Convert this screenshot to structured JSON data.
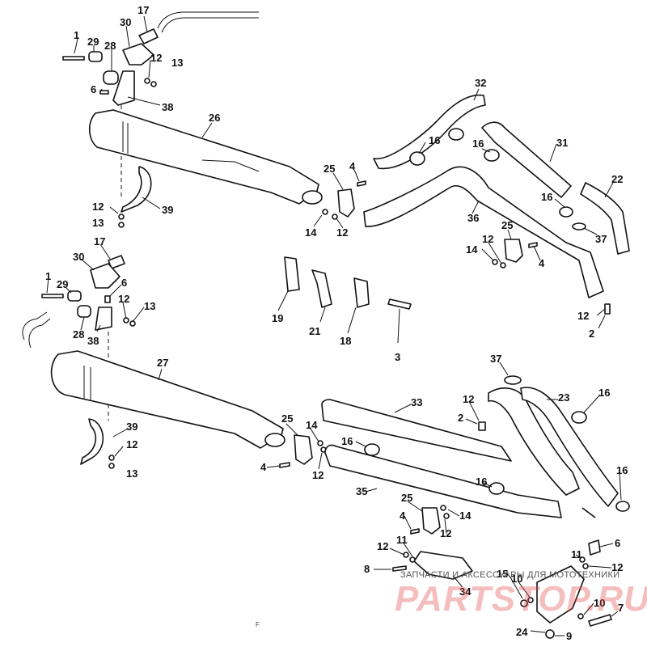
{
  "watermark": {
    "caption": "ЗАПЧАСТИ И АКСЕССУАРЫ ДЛЯ МОТОТЕХНИКИ",
    "brand": "PARTSTOP.RU"
  },
  "footer_mark": "F",
  "callouts": [
    {
      "id": "c1",
      "n": "1"
    },
    {
      "id": "c2",
      "n": "29"
    },
    {
      "id": "c3",
      "n": "28"
    },
    {
      "id": "c4",
      "n": "30"
    },
    {
      "id": "c5",
      "n": "17"
    },
    {
      "id": "c6",
      "n": "12"
    },
    {
      "id": "c7",
      "n": "13"
    },
    {
      "id": "c8",
      "n": "6"
    },
    {
      "id": "c9",
      "n": "38"
    },
    {
      "id": "c10",
      "n": "26"
    },
    {
      "id": "c11",
      "n": "39"
    },
    {
      "id": "c12",
      "n": "12"
    },
    {
      "id": "c13",
      "n": "13"
    },
    {
      "id": "c14",
      "n": "25"
    },
    {
      "id": "c15",
      "n": "4"
    },
    {
      "id": "c16",
      "n": "14"
    },
    {
      "id": "c17",
      "n": "12"
    },
    {
      "id": "c18",
      "n": "32"
    },
    {
      "id": "c19",
      "n": "16"
    },
    {
      "id": "c20",
      "n": "16"
    },
    {
      "id": "c21",
      "n": "31"
    },
    {
      "id": "c22",
      "n": "22"
    },
    {
      "id": "c23",
      "n": "16"
    },
    {
      "id": "c24",
      "n": "36"
    },
    {
      "id": "c25",
      "n": "25"
    },
    {
      "id": "c26",
      "n": "37"
    },
    {
      "id": "c27",
      "n": "14"
    },
    {
      "id": "c28",
      "n": "12"
    },
    {
      "id": "c29",
      "n": "4"
    },
    {
      "id": "c30",
      "n": "12"
    },
    {
      "id": "c31",
      "n": "2"
    },
    {
      "id": "c32",
      "n": "17"
    },
    {
      "id": "c33",
      "n": "30"
    },
    {
      "id": "c34",
      "n": "1"
    },
    {
      "id": "c35",
      "n": "29"
    },
    {
      "id": "c36",
      "n": "6"
    },
    {
      "id": "c37",
      "n": "12"
    },
    {
      "id": "c38",
      "n": "13"
    },
    {
      "id": "c39",
      "n": "28"
    },
    {
      "id": "c40",
      "n": "38"
    },
    {
      "id": "c41",
      "n": "19"
    },
    {
      "id": "c42",
      "n": "21"
    },
    {
      "id": "c43",
      "n": "18"
    },
    {
      "id": "c44",
      "n": "3"
    },
    {
      "id": "c45",
      "n": "27"
    },
    {
      "id": "c46",
      "n": "39"
    },
    {
      "id": "c47",
      "n": "12"
    },
    {
      "id": "c48",
      "n": "13"
    },
    {
      "id": "c49",
      "n": "25"
    },
    {
      "id": "c50",
      "n": "14"
    },
    {
      "id": "c51",
      "n": "4"
    },
    {
      "id": "c52",
      "n": "12"
    },
    {
      "id": "c53",
      "n": "33"
    },
    {
      "id": "c54",
      "n": "16"
    },
    {
      "id": "c55",
      "n": "37"
    },
    {
      "id": "c56",
      "n": "12"
    },
    {
      "id": "c57",
      "n": "2"
    },
    {
      "id": "c58",
      "n": "23"
    },
    {
      "id": "c59",
      "n": "16"
    },
    {
      "id": "c60",
      "n": "16"
    },
    {
      "id": "c61",
      "n": "16"
    },
    {
      "id": "c62",
      "n": "35"
    },
    {
      "id": "c63",
      "n": "25"
    },
    {
      "id": "c64",
      "n": "4"
    },
    {
      "id": "c65",
      "n": "14"
    },
    {
      "id": "c66",
      "n": "12"
    },
    {
      "id": "c67",
      "n": "12"
    },
    {
      "id": "c68",
      "n": "11"
    },
    {
      "id": "c69",
      "n": "8"
    },
    {
      "id": "c70",
      "n": "34"
    },
    {
      "id": "c71",
      "n": "6"
    },
    {
      "id": "c72",
      "n": "11"
    },
    {
      "id": "c73",
      "n": "12"
    },
    {
      "id": "c74",
      "n": "15"
    },
    {
      "id": "c75",
      "n": "10"
    },
    {
      "id": "c76",
      "n": "10"
    },
    {
      "id": "c77",
      "n": "7"
    },
    {
      "id": "c78",
      "n": "24"
    },
    {
      "id": "c79",
      "n": "9"
    }
  ]
}
